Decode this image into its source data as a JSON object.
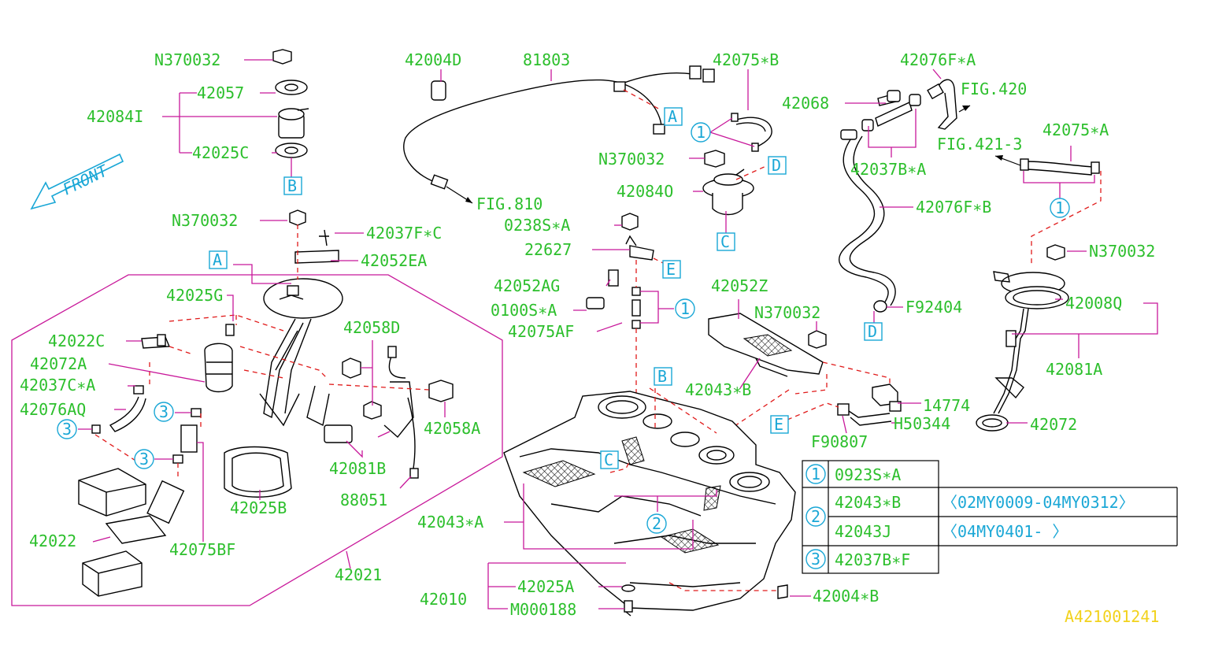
{
  "front_label": "FRONT",
  "diagram_id": "A421001241",
  "fig_refs": {
    "fig810": "FIG.810",
    "fig420": "FIG.420",
    "fig421": "FIG.421-3"
  },
  "part_numbers": {
    "n370032": "N370032",
    "p42057": "42057",
    "p42084I": "42084I",
    "p42025C": "42025C",
    "p42004D": "42004D",
    "p81803": "81803",
    "p42075B": "42075∗B",
    "p42076FA": "42076F∗A",
    "p42068": "42068",
    "p42037BA": "42037B∗A",
    "p42075A": "42075∗A",
    "p42084O": "42084O",
    "p42076FB": "42076F∗B",
    "p42037FC": "42037F∗C",
    "p42052EA": "42052EA",
    "p0238SA": "0238S∗A",
    "p22627": "22627",
    "p42052AG": "42052AG",
    "p0100SA": "0100S∗A",
    "p42075AF": "42075AF",
    "p42052Z": "42052Z",
    "p42025G": "42025G",
    "p42058D": "42058D",
    "p42022C": "42022C",
    "p42072A": "42072A",
    "p42037CA": "42037C∗A",
    "p42076AQ": "42076AQ",
    "p42058A": "42058A",
    "p42081B": "42081B",
    "p88051": "88051",
    "p42025B": "42025B",
    "p42022": "42022",
    "p42075BF": "42075BF",
    "p42021": "42021",
    "p42043A": "42043∗A",
    "p42043B": "42043∗B",
    "p14774": "14774",
    "pH50344": "H50344",
    "pF90807": "F90807",
    "pF92404": "F92404",
    "p42008Q": "42008Q",
    "p42081A": "42081A",
    "p42072": "42072",
    "p42010": "42010",
    "p42025A": "42025A",
    "pM000188": "M000188",
    "p42004B": "42004∗B"
  },
  "ref_letters": {
    "a": "A",
    "b": "B",
    "c": "C",
    "d": "D",
    "e": "E"
  },
  "ref_numbers": {
    "one": "1",
    "two": "2",
    "three": "3"
  },
  "legend_table": {
    "rows": [
      {
        "ref": "1",
        "part": "0923S∗A",
        "range": ""
      },
      {
        "ref": "2",
        "part": "42043∗B",
        "range": "〈02MY0009-04MY0312〉"
      },
      {
        "ref": "2",
        "part": "42043J",
        "range": "〈04MY0401-          〉"
      },
      {
        "ref": "3",
        "part": "42037B∗F",
        "range": ""
      }
    ]
  },
  "colors": {
    "label": "#2cbf2c",
    "leader": "#c8189a",
    "dashed": "#e01a1a",
    "callout": "#1aa7d6",
    "id": "#f2d21c"
  }
}
